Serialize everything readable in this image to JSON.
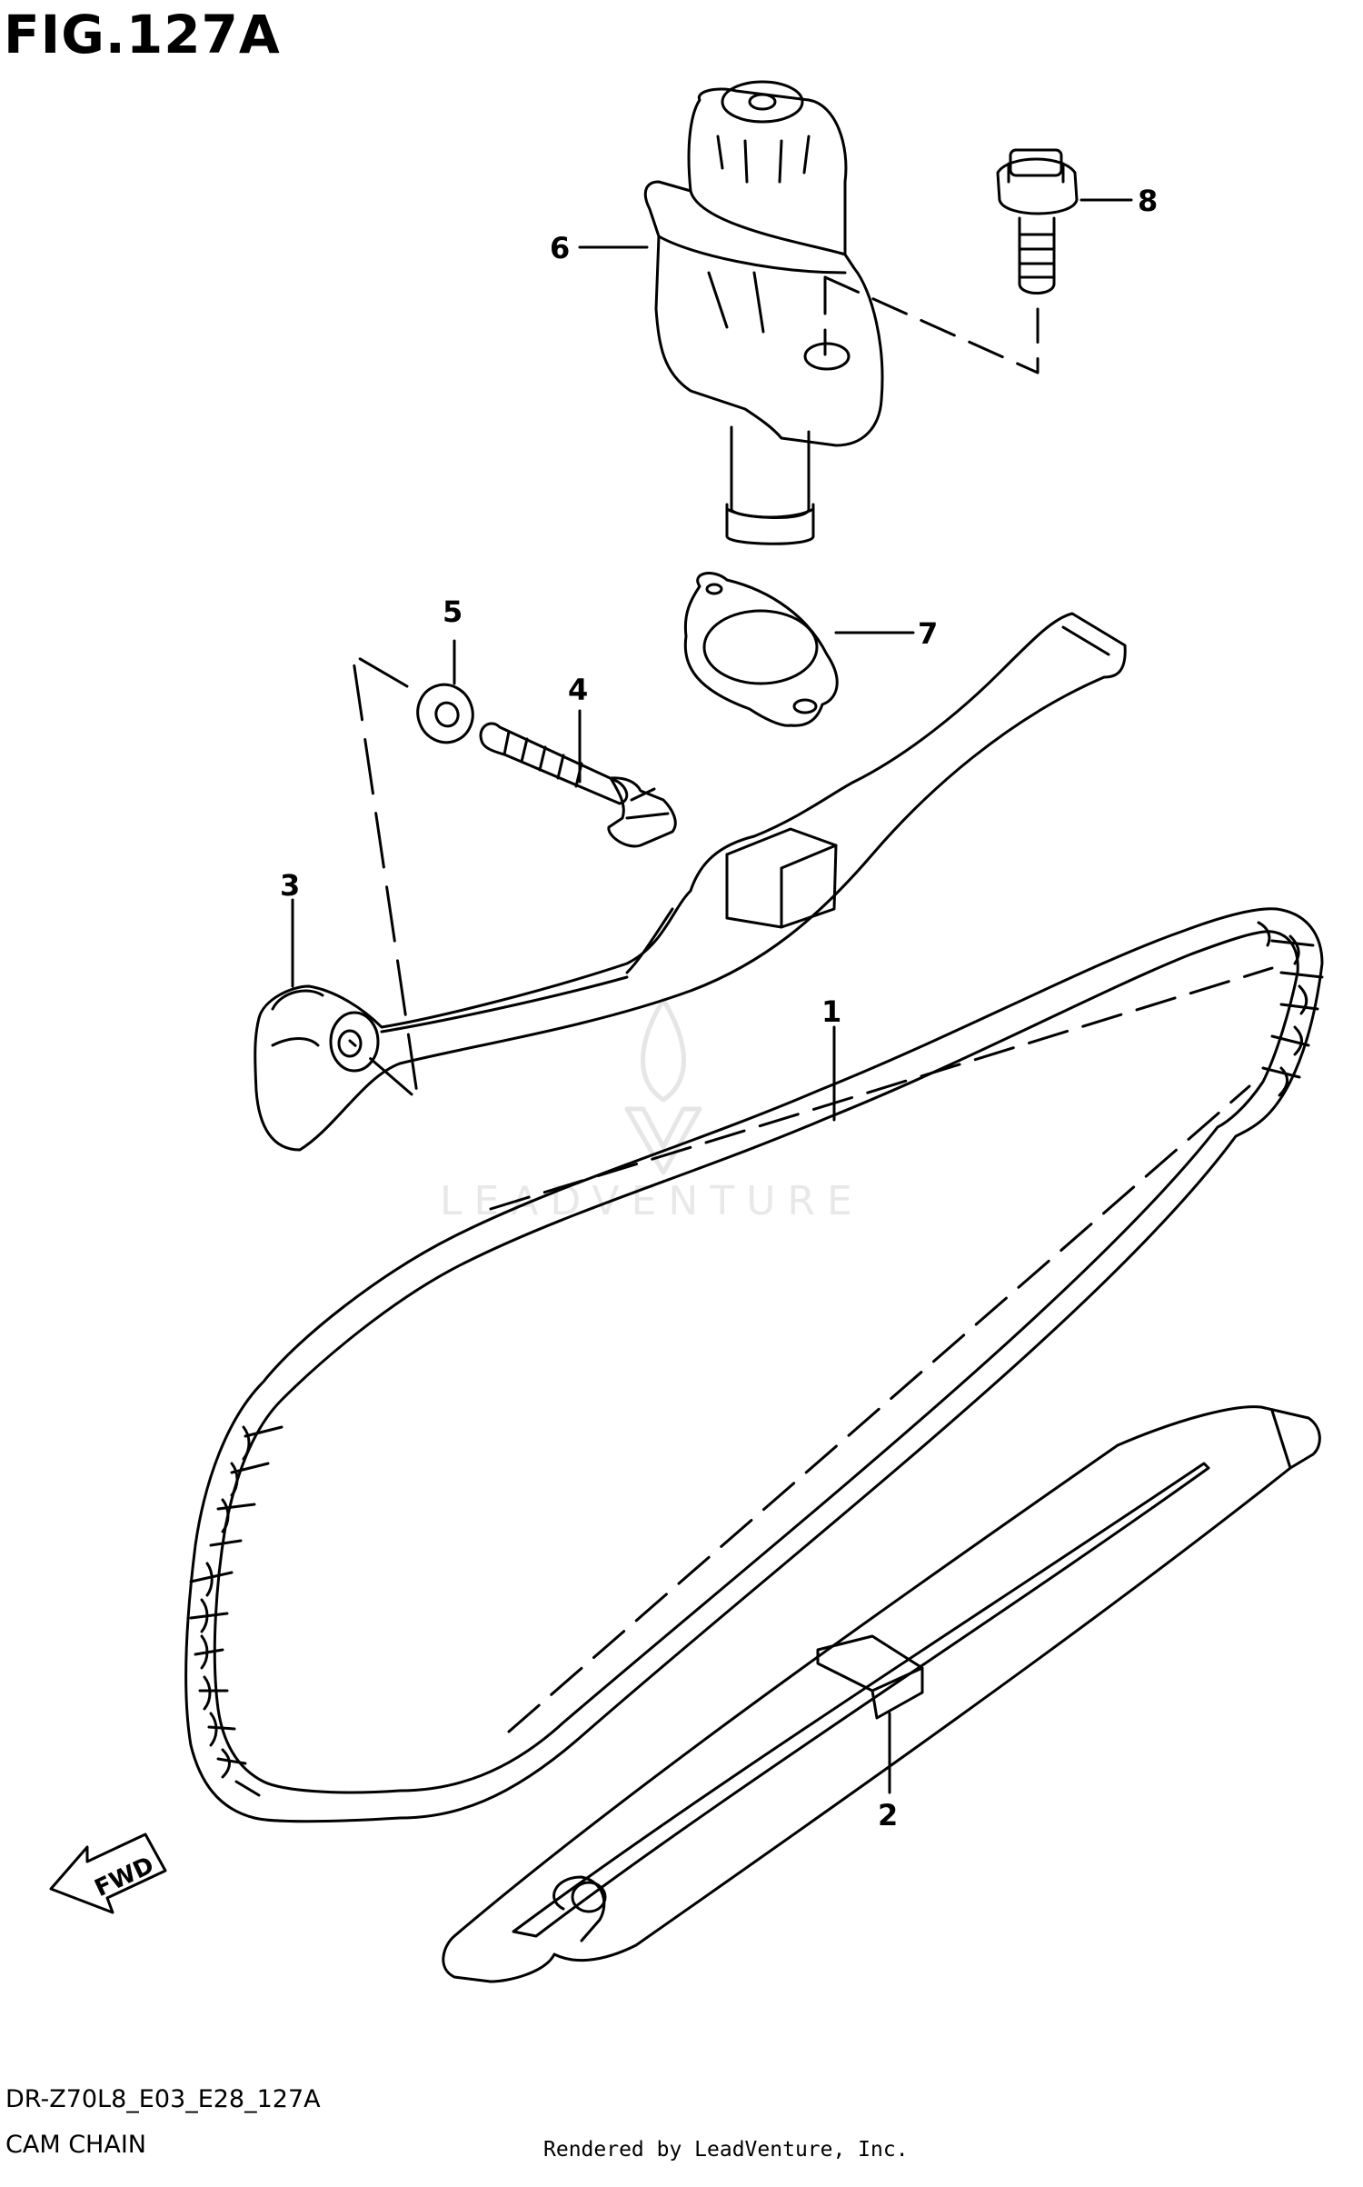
{
  "figure": {
    "title": "FIG.127A",
    "model_code": "DR-Z70L8_E03_E28_127A",
    "name": "CAM CHAIN",
    "credit": "Rendered by LeadVenture, Inc.",
    "watermark": "LEADVENTURE",
    "direction_label": "FWD"
  },
  "callouts": [
    {
      "id": "callout-1",
      "number": "1",
      "part": "cam chain"
    },
    {
      "id": "callout-2",
      "number": "2",
      "part": "cam chain guide"
    },
    {
      "id": "callout-3",
      "number": "3",
      "part": "cam chain tensioner"
    },
    {
      "id": "callout-4",
      "number": "4",
      "part": "bolt"
    },
    {
      "id": "callout-5",
      "number": "5",
      "part": "washer"
    },
    {
      "id": "callout-6",
      "number": "6",
      "part": "tensioner adjuster"
    },
    {
      "id": "callout-7",
      "number": "7",
      "part": "gasket"
    },
    {
      "id": "callout-8",
      "number": "8",
      "part": "bolt"
    }
  ],
  "colors": {
    "line": "#000000",
    "background": "#ffffff",
    "watermark": "#e8e8e8"
  }
}
